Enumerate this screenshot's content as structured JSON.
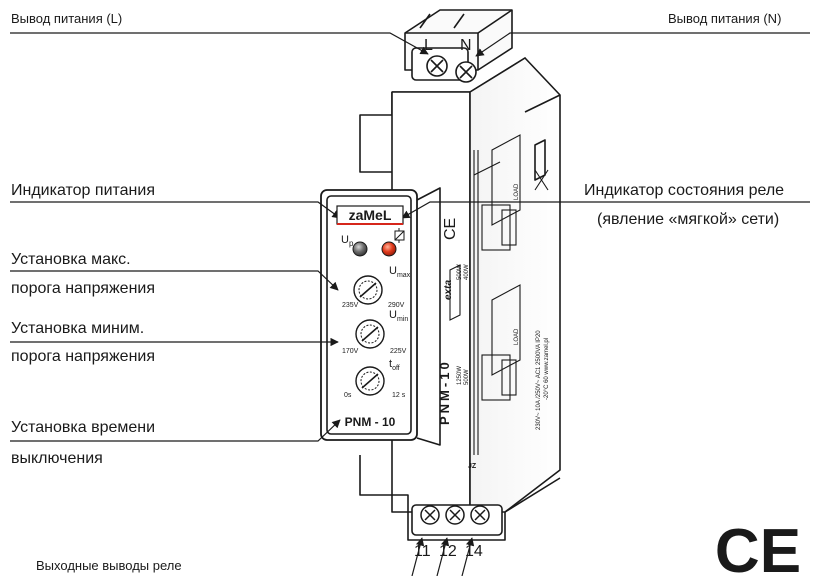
{
  "callouts": {
    "power_l": "Вывод питания (L)",
    "power_n": "Вывод питания (N)",
    "power_indicator": "Индикатор питания",
    "relay_indicator": "Индикатор состояния реле",
    "relay_indicator_note": "(явление «мягкой» сети)",
    "umax_line1": "Установка макс.",
    "umax_line2": "порога напряжения",
    "umin_line1": "Установка миним.",
    "umin_line2": "порога напряжения",
    "toff_line1": "Установка времени",
    "toff_line2": "выключения",
    "outputs": "Выходные выводы реле"
  },
  "device": {
    "brand": "zaMeL",
    "model_front": "PNM - 10",
    "model_side": "PNM-10",
    "exta": "exta",
    "terminal_top": [
      "L",
      "N"
    ],
    "terminal_bottom": [
      "11",
      "12",
      "14"
    ],
    "up_label": "U",
    "up_sub": "p",
    "umax_label": "U",
    "umax_sub": "max",
    "umin_label": "U",
    "umin_sub": "min",
    "toff_label": "t",
    "toff_sub": "off",
    "umax_min": "235V",
    "umax_max": "290V",
    "umin_min": "170V",
    "umin_max": "225V",
    "toff_min": "0s",
    "toff_max": "12 s",
    "side_ratings_a": "1250W",
    "side_ratings_b": "500W",
    "side_ratings_c": "500W",
    "side_ratings_d": "400W",
    "side_spec_1": "230V~  10A /250V~ AC1 2500VA  IP20",
    "side_spec_2": "-20°C 60  www.zamel.pl",
    "load": "LOAD",
    "jz": "JZ"
  },
  "mark": {
    "ce": "CE"
  },
  "colors": {
    "led_power": "#6e6e6e",
    "led_relay": "#e23b1c",
    "brand_red": "#d6261b"
  }
}
